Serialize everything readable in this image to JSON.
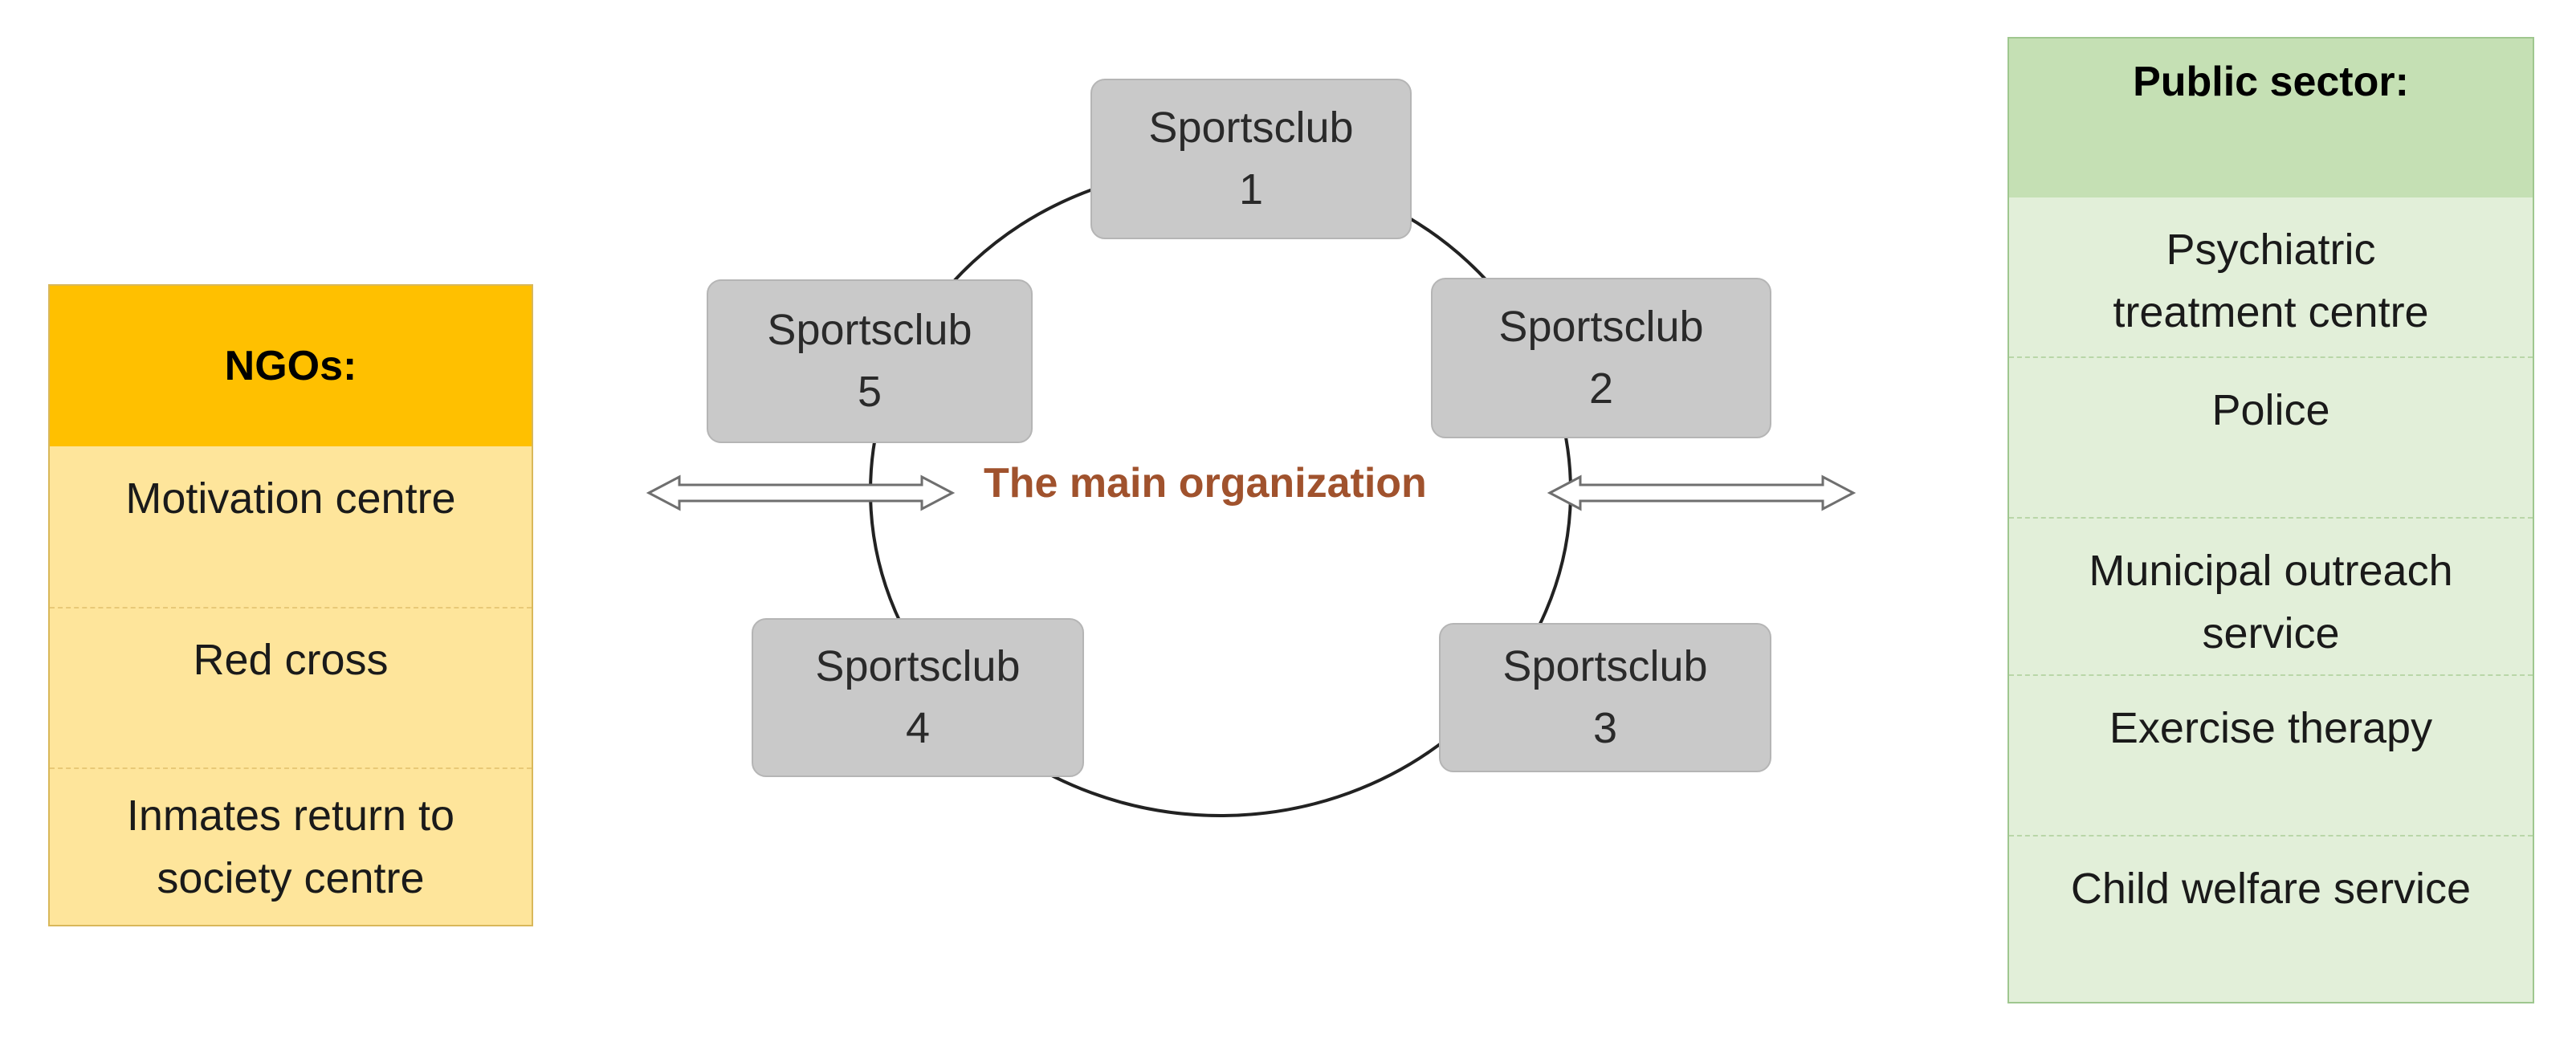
{
  "ngo_panel": {
    "title": "NGOs:",
    "items": [
      {
        "lines": [
          "Motivation centre"
        ]
      },
      {
        "lines": [
          "Red cross"
        ]
      },
      {
        "lines": [
          "Inmates return to",
          "society centre"
        ]
      }
    ],
    "colors": {
      "header": "#ffc000",
      "body": "#fee59b"
    }
  },
  "public_panel": {
    "title": "Public sector:",
    "items": [
      {
        "lines": [
          "Psychiatric",
          "treatment centre"
        ]
      },
      {
        "lines": [
          "Police"
        ]
      },
      {
        "lines": [
          "Municipal outreach",
          "service"
        ]
      },
      {
        "lines": [
          "Exercise therapy"
        ]
      },
      {
        "lines": [
          "Child welfare service"
        ]
      }
    ],
    "colors": {
      "header": "#c5e0b4",
      "body": "#e2efd9"
    }
  },
  "center": {
    "label": "The main organization",
    "color": "#a0522d"
  },
  "clubs": [
    {
      "name": "Sportsclub",
      "number": "1"
    },
    {
      "name": "Sportsclub",
      "number": "2"
    },
    {
      "name": "Sportsclub",
      "number": "3"
    },
    {
      "name": "Sportsclub",
      "number": "4"
    },
    {
      "name": "Sportsclub",
      "number": "5"
    }
  ],
  "arrows": {
    "left": "double-arrow",
    "right": "double-arrow"
  }
}
